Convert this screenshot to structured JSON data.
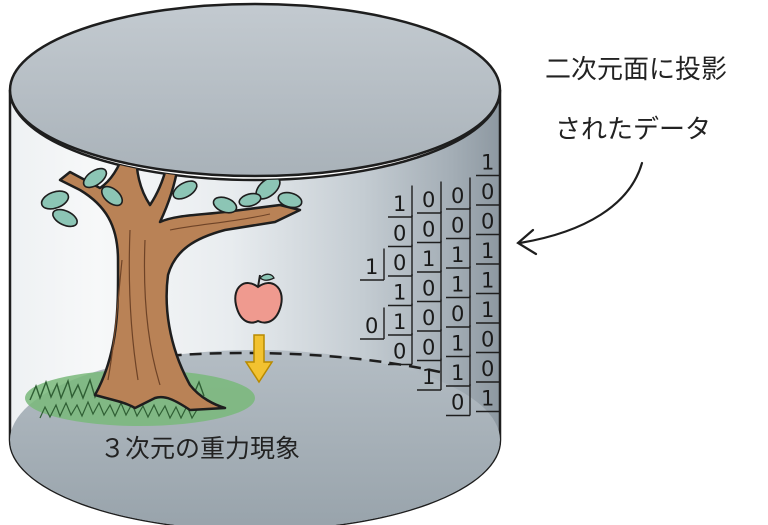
{
  "caption": {
    "line1": "二次元面に投影",
    "line2": "されたデータ"
  },
  "floor_label": "３次元の重力現象",
  "binary_grid": [
    [
      "",
      "",
      "",
      "",
      "1"
    ],
    [
      "",
      "1",
      "0",
      "0",
      "0"
    ],
    [
      "",
      "0",
      "0",
      "0",
      "0"
    ],
    [
      "1",
      "0",
      "1",
      "1",
      "1"
    ],
    [
      "",
      "1",
      "0",
      "1",
      "1"
    ],
    [
      "0",
      "1",
      "0",
      "0",
      "1"
    ],
    [
      "",
      "0",
      "0",
      "1",
      "0"
    ],
    [
      "",
      "",
      "1",
      "1",
      "0"
    ],
    [
      "",
      "",
      "",
      "0",
      "1"
    ]
  ],
  "colors": {
    "cylinder_top": "#b8c0c6",
    "cylinder_floor": "#a9b3ba",
    "cylinder_wall_dark": "#7f8a93",
    "cylinder_wall_light": "#f2f4f6",
    "trunk": "#b98256",
    "leaf": "#8cc5b5",
    "grass": "#78b878",
    "apple": "#ef9a8f",
    "arrow_fill": "#f2c230",
    "ink": "#1e1e1e"
  }
}
